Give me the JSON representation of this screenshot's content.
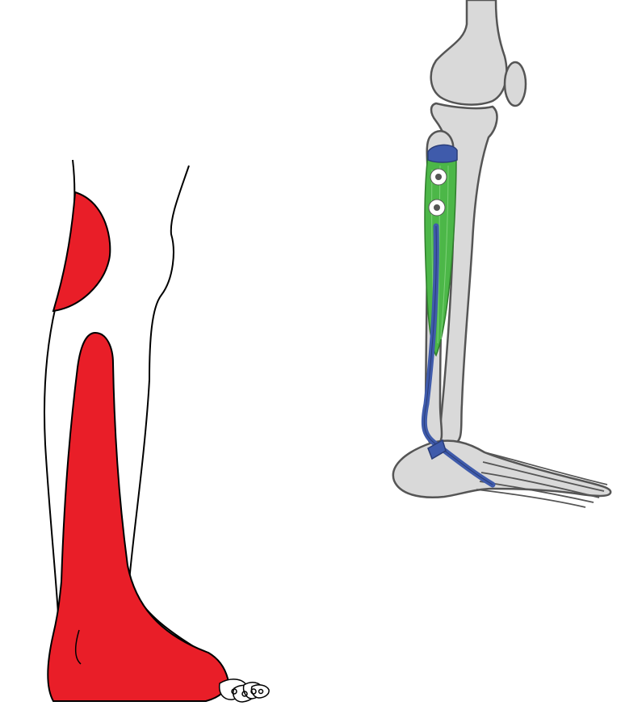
{
  "colors": {
    "background": "#ffffff",
    "pain_zone": "#e91e28",
    "outline": "#000000",
    "bone_fill": "#d9d9d9",
    "bone_stroke": "#555555",
    "muscle": "#4cb748",
    "muscle_highlight": "#7dd278",
    "tendon": "#3f5bab",
    "trigger_point_outer": "#ffffff",
    "trigger_point_inner": "#555555"
  },
  "figures": {
    "referred_pain_leg": {
      "icon": "lower-leg-referred-pain-outline",
      "view": "posterolateral"
    },
    "skeleton_leg": {
      "icon": "lower-leg-skeleton-with-muscle",
      "view": "lateral"
    }
  },
  "trigger_points": {
    "count": 2
  }
}
